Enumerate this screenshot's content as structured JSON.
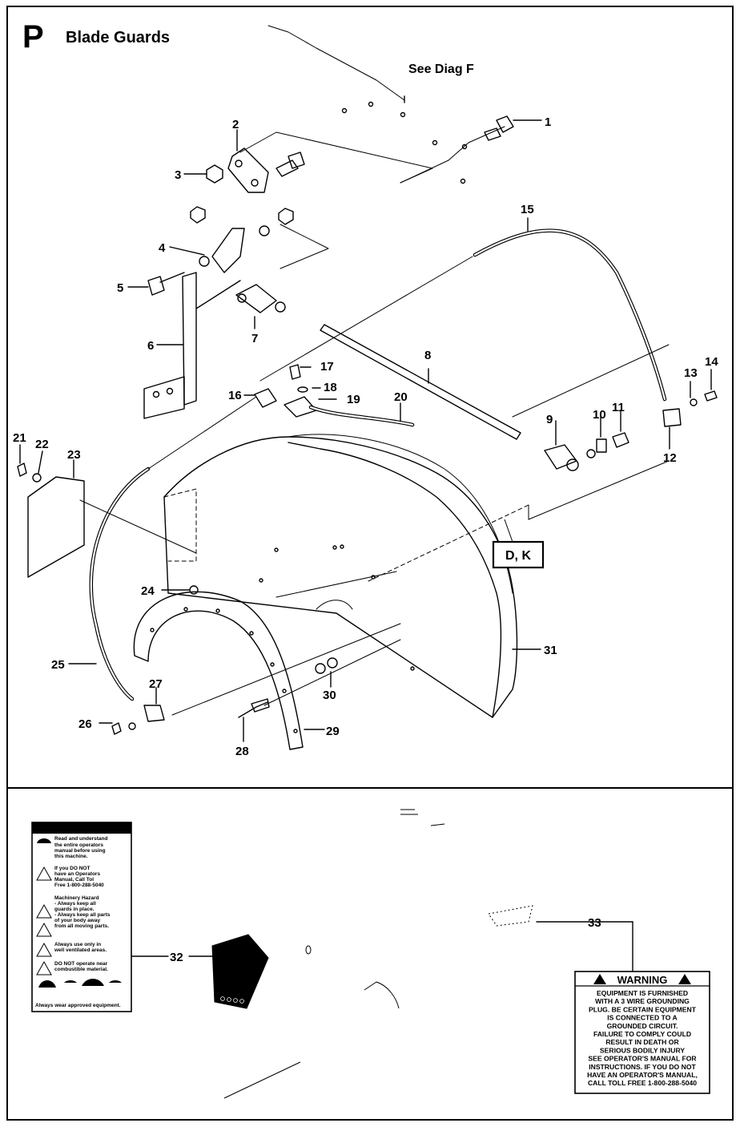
{
  "section": {
    "letter": "P",
    "title": "Blade Guards"
  },
  "reference_top": "See Diag F",
  "reference_box": "D, K",
  "callouts": [
    "1",
    "2",
    "3",
    "4",
    "5",
    "6",
    "7",
    "8",
    "9",
    "10",
    "11",
    "12",
    "13",
    "14",
    "15",
    "16",
    "17",
    "18",
    "19",
    "20",
    "21",
    "22",
    "23",
    "24",
    "25",
    "26",
    "27",
    "28",
    "29",
    "30",
    "31",
    "32",
    "33"
  ],
  "decal_32": {
    "lines": [
      "Read and understand",
      "the entire operators",
      "manual before using",
      "this machine.",
      "If you DO NOT",
      "have an Operators",
      "Manual, Call Tol",
      "Free 1-800-288-5040",
      "Machinery Hazard",
      "- Always keep all",
      "guards in place.",
      "- Always keep all parts",
      "of your body away",
      "from all moving parts.",
      "Always use only in",
      "well ventilated areas.",
      "DO NOT operate near",
      "combustible material."
    ],
    "footer": "Always wear approved equipment."
  },
  "decal_33": {
    "heading": "WARNING",
    "lines": [
      "EQUIPMENT IS FURNISHED",
      "WITH A 3 WIRE GROUNDING",
      "PLUG. BE CERTAIN EQUIPMENT",
      "IS CONNECTED TO A",
      "GROUNDED CIRCUIT.",
      "FAILURE TO COMPLY COULD",
      "RESULT IN DEATH OR",
      "SERIOUS BODILY INJURY",
      "SEE OPERATOR'S MANUAL FOR",
      "INSTRUCTIONS. IF YOU DO NOT",
      "HAVE AN OPERATOR'S MANUAL,",
      "CALL TOLL FREE 1-800-288-5040"
    ]
  }
}
